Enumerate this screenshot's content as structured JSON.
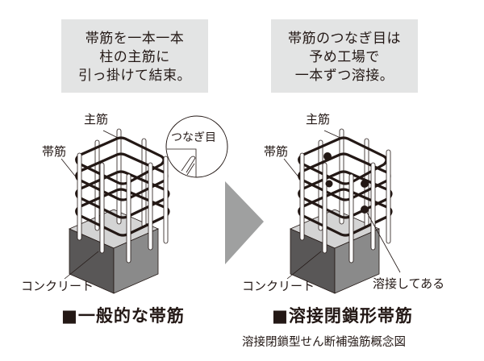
{
  "left_panel": {
    "callout_lines": [
      "帯筋を一本一本",
      "柱の主筋に",
      "引っ掛けて結束。"
    ],
    "labels": {
      "main_bar": "主筋",
      "hoop": "帯筋",
      "joint": "つなぎ目",
      "concrete": "コンクリート"
    },
    "caption": "■一般的な帯筋"
  },
  "right_panel": {
    "callout_lines": [
      "帯筋のつなぎ目は",
      "予め工場で",
      "一本ずつ溶接。"
    ],
    "labels": {
      "main_bar": "主筋",
      "hoop": "帯筋",
      "concrete": "コンクリート",
      "welded": "溶接してある"
    },
    "caption": "■溶接閉鎖形帯筋"
  },
  "footnote": "溶接閉鎖型せん断補強筋概念図",
  "colors": {
    "callout_bg": "#e3e4e4",
    "concrete_front": "#595757",
    "concrete_side": "#8a8a8a",
    "concrete_top": "#d4d4d4",
    "hoop": "#231815",
    "arrow": "#9fa0a0"
  }
}
